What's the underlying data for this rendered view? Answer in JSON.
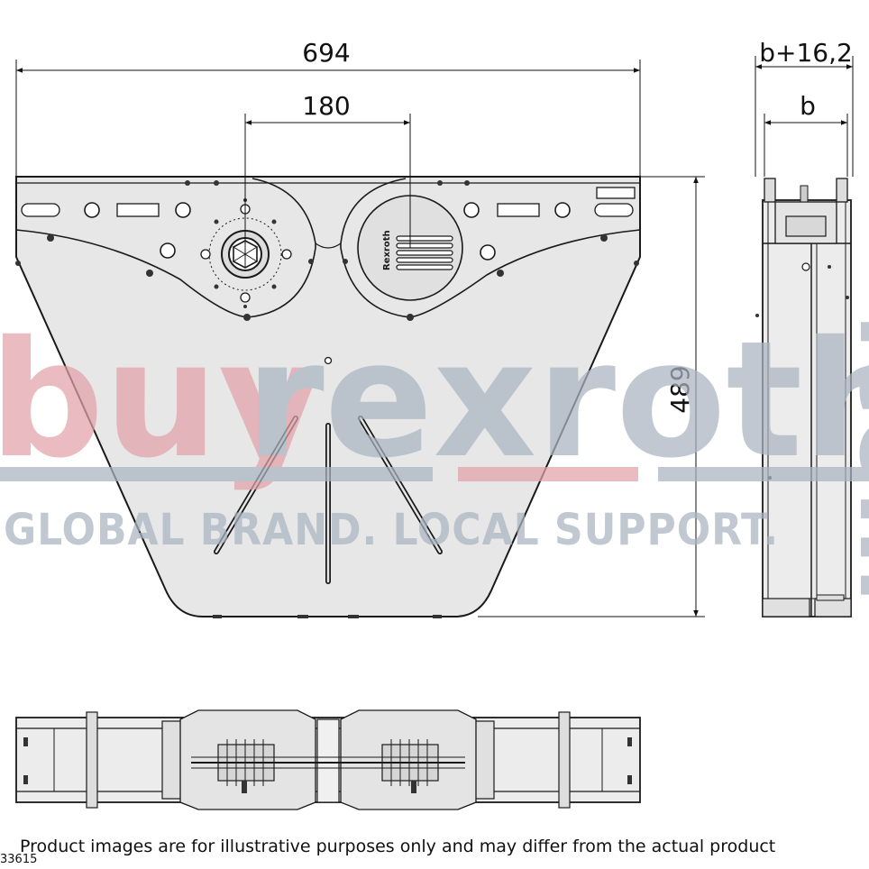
{
  "dimensions": {
    "width_overall": "694",
    "hole_spacing": "180",
    "height": "489",
    "side_width_total": "b+16,2",
    "side_width": "b"
  },
  "drawing": {
    "logo_text": "Rexroth"
  },
  "watermark": {
    "brand_part1": "buy",
    "brand_part2": "rexroth",
    "domain": ".com",
    "tagline": "GLOBAL BRAND. LOCAL SUPPORT.",
    "colors": {
      "red": "#e2a2aa",
      "gray": "#aab4c2"
    }
  },
  "footer": {
    "disclaimer": "Product images are for illustrative purposes only and may differ from the actual product",
    "part_number": "33615"
  },
  "colors": {
    "body_fill": "#e7e7e7",
    "line": "#1a1a1a"
  }
}
